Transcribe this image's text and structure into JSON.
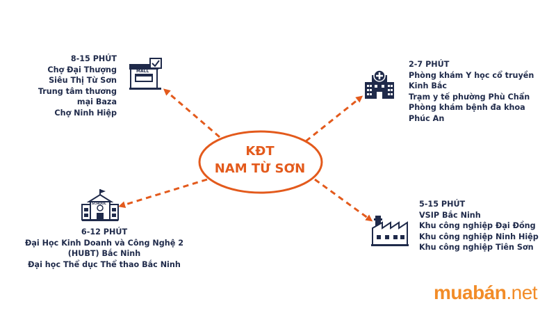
{
  "center": {
    "line1": "KĐT",
    "line2": "NAM TỪ SƠN"
  },
  "branches": {
    "shopping": {
      "time": "8-15 PHÚT",
      "items": [
        "Chợ Đại Thượng",
        "Siêu Thị Từ Sơn",
        "Trung tâm thương",
        "mại Baza",
        "Chợ Ninh Hiệp"
      ],
      "icon": "mall-icon",
      "icon_text": "MALL"
    },
    "health": {
      "time": "2-7 PHÚT",
      "items": [
        "Phòng khám Y học cổ truyền",
        "Kinh Bắc",
        "Trạm y tế phường Phù Chẩn",
        "Phòng khám bệnh đa khoa",
        "Phúc An"
      ],
      "icon": "hospital-icon"
    },
    "education": {
      "time": "6-12 PHÚT",
      "items": [
        "Đại Học Kinh Doanh và Công Nghệ 2",
        "(HUBT) Bắc Ninh",
        "Đại học Thể dục Thể thao Bắc Ninh"
      ],
      "icon": "school-icon",
      "icon_text": "SCHOOL"
    },
    "industry": {
      "time": "5-15 PHÚT",
      "items": [
        "VSIP Bắc Ninh",
        "Khu công nghiệp Đại Đồng",
        "Khu công nghiệp Ninh Hiệp",
        "Khu công nghiệp Tiên Sơn"
      ],
      "icon": "factory-icon"
    }
  },
  "brand": {
    "part1": "muabán",
    "part2": ".net"
  },
  "colors": {
    "accent": "#e35a1c",
    "text": "#1f2a4a",
    "brand": "#f28c28"
  }
}
